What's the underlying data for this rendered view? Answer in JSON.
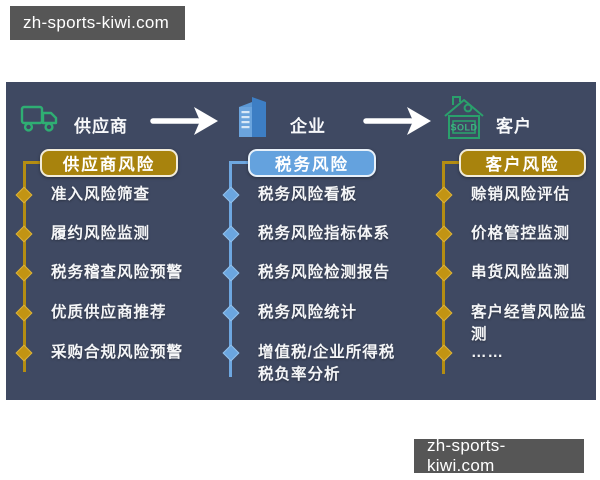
{
  "watermarks": {
    "top": "zh-sports-kiwi.com",
    "bottom": "zh-sports-kiwi.com"
  },
  "flow": {
    "nodes": [
      {
        "label": "供应商",
        "icon": "truck-icon"
      },
      {
        "label": "企业",
        "icon": "building-icon"
      },
      {
        "label": "客户",
        "icon": "sold-house-icon"
      }
    ],
    "sold_badge": "SOLD"
  },
  "columns": [
    {
      "header": "供应商风险",
      "accent": "#a8830d",
      "items": [
        "准入风险筛查",
        "履约风险监测",
        "税务稽查风险预警",
        "优质供应商推荐",
        "采购合规风险预警"
      ]
    },
    {
      "header": "税务风险",
      "accent": "#64a2de",
      "items": [
        "税务风险看板",
        "税务风险指标体系",
        "税务风险检测报告",
        "税务风险统计",
        "增值税/企业所得税税负率分析"
      ]
    },
    {
      "header": "客户风险",
      "accent": "#a8830d",
      "items": [
        "赊销风险评估",
        "价格管控监测",
        "串货风险监测",
        "客户经营风险监测",
        "……"
      ]
    }
  ],
  "colors": {
    "panel_bg": "#3f4962",
    "gold": "#a8830d",
    "blue": "#64a2de",
    "truck_green": "#2fae73",
    "house_green": "#2aa06c",
    "building_blue": "#3d7ec4",
    "watermark_bg": "#565656",
    "arrow": "#ffffff"
  }
}
